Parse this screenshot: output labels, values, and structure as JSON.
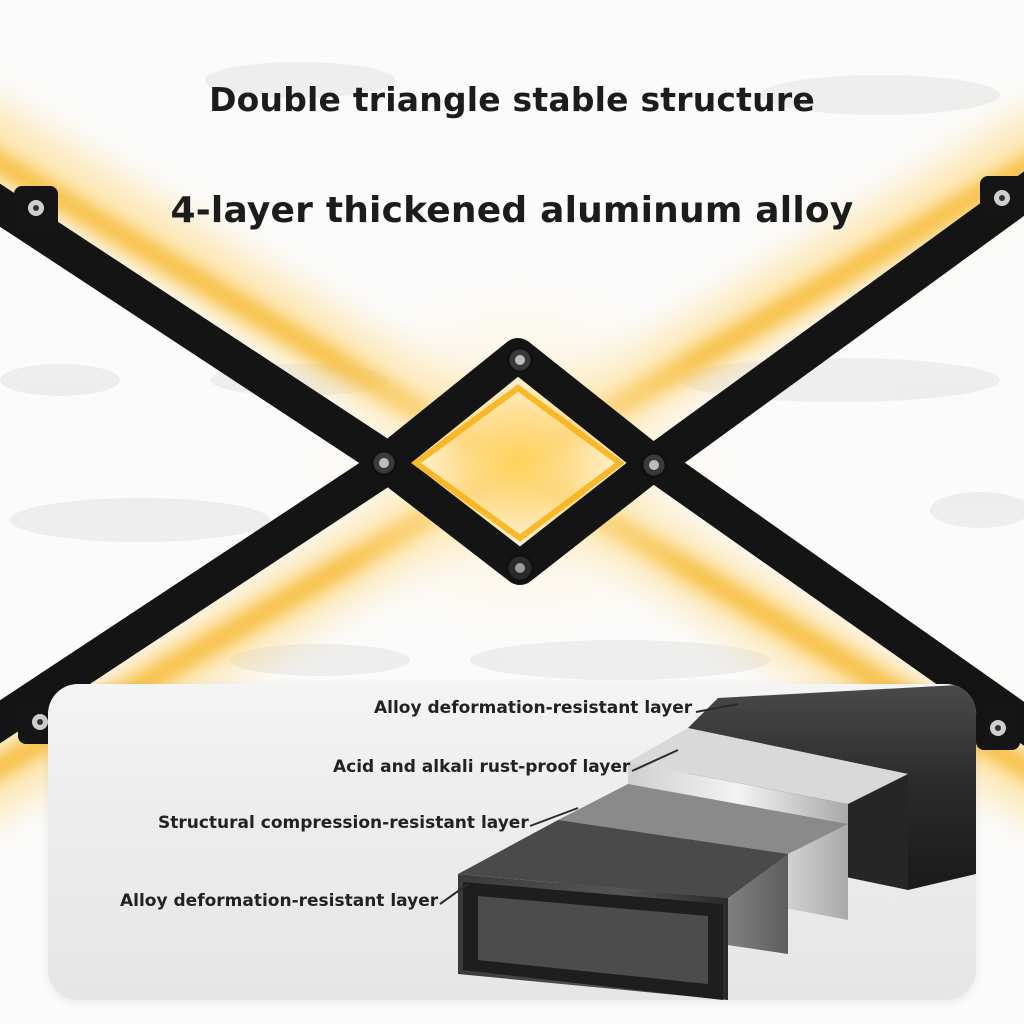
{
  "headline": {
    "structure_title": "Double triangle stable structure",
    "material_title": "4-layer thickened aluminum alloy"
  },
  "illustration": {
    "frame_icon": "folding-x-frame-icon",
    "tube_icon": "layered-rectangular-tube-icon",
    "glow_color": "#f6b21c",
    "frame_color": "#151515"
  },
  "layers": [
    "Alloy deformation-resistant layer",
    "Acid and alkali rust-proof layer",
    "Structural compression-resistant layer",
    "Alloy deformation-resistant layer"
  ]
}
